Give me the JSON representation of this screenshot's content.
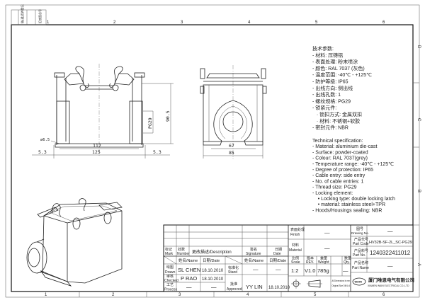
{
  "frame": {
    "column_numbers": [
      "1",
      "2",
      "3",
      "4",
      "5",
      "6"
    ],
    "row_letters": [
      "D",
      "C",
      "B",
      "A"
    ],
    "corner_labels": [
      "借(通)用件登记",
      "旧底图总号"
    ]
  },
  "front_view": {
    "dimensions": {
      "inner_width": "112",
      "outer_width": "125",
      "left_offset": "5.3",
      "right_offset": "5.3",
      "height": "90.5",
      "thread": "PG29",
      "hole": "ø6.5"
    }
  },
  "side_view": {
    "dimensions": {
      "inner_width": "67",
      "outer_width": "85"
    }
  },
  "spec_cn": {
    "title": "技术参数:",
    "items": [
      "- 材料: 压铸铝",
      "- 表面处理: 粉末喷涂",
      "- 颜色: RAL 7037 (灰色)",
      "- 温度范围: -40℃ - +125℃",
      "- 防护等级: IP65",
      "- 出线方向: 侧出线",
      "- 出线孔数: 1",
      "- 螺纹规格: PG29",
      "- 锁紧元件:",
      "   · 锁扣方式: 金属双扣",
      "   · 材料: 不锈钢+软胶",
      "- 密封元件: NBR"
    ]
  },
  "spec_en": {
    "title": "Technical specification:",
    "items": [
      "- Material: aluminium die-cast",
      "- Surface: powder-coated",
      "- Colour: RAL 7037(grey)",
      "- Temperature range: -40℃ - +125℃",
      "- Degree of protection: IP65",
      "- Cable entry: side entry",
      "- No. of cable entries: 1",
      "- Thread size: PG29",
      "- Locking element:",
      "    • Locking type: double locking latch",
      "    • material: stainless steel+TPR",
      "- Hoods/Housings sealing: NBR"
    ]
  },
  "title_block": {
    "mark": [
      "标记",
      "Mark"
    ],
    "number": [
      "处数",
      "Number"
    ],
    "description": "更改描述/Description",
    "signature": [
      "签名",
      "Signature"
    ],
    "date": [
      "日期",
      "Date"
    ],
    "name_header": "姓名/Name",
    "date_header": "日期/Date",
    "drawn": [
      "绘图",
      "Drawn"
    ],
    "checked": [
      "审核",
      "Checked"
    ],
    "process": [
      "工艺",
      "Process"
    ],
    "stand": [
      "标准化",
      "Stand"
    ],
    "approved": [
      "批准",
      "Approved"
    ],
    "drawn_name": "SL CHEN",
    "drawn_date": "18.10.2010",
    "checked_name": "P RAO",
    "checked_date": "18.10.2010",
    "process_name": "—",
    "process_date": "—",
    "stand_name": "—",
    "stand_date": "—",
    "approved_name": "YY LIN",
    "approved_date": "18.10.2010",
    "finish": [
      "表面处理",
      "Finish"
    ],
    "finish_value": "—",
    "material": [
      "材料",
      "Material"
    ],
    "material_value": "—",
    "scale": [
      "比例",
      "Scale"
    ],
    "scale_value": "1:2",
    "rev": [
      "版本",
      "REV."
    ],
    "rev_value": "V1.0",
    "weight": [
      "重量",
      "Weight"
    ],
    "weight_value": "785g",
    "qty": [
      "数量",
      "Qty."
    ],
    "qty_value": "—",
    "dimensions_note": [
      "All Dimensions in mm",
      "Original Size DIN A 4"
    ],
    "drawing_no": [
      "图号",
      "Drawing No."
    ],
    "drawing_no_value": "—",
    "part_code": [
      "产品代号",
      "Part Code"
    ],
    "part_code_value": "HV32B-SF-2L_SC-PG29",
    "part_no": [
      "产品料号",
      "Part No."
    ],
    "part_no_value": "1240322411012",
    "part_name": [
      "产品名称",
      "Part Name"
    ],
    "part_name_value": "—",
    "company_cn": "厦门唯恩电气有限公司",
    "company_en": "XIAMEN WAIN ELECTRICAL CO.,LTD",
    "logo_text": "WAIN"
  }
}
